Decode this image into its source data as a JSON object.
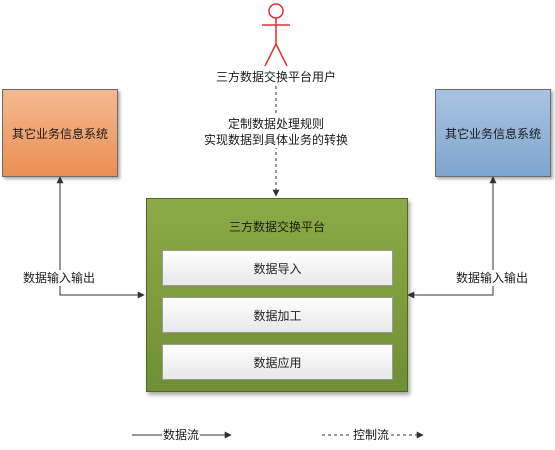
{
  "user": {
    "label": "三方数据交换平台用户"
  },
  "control_note": {
    "line1": "定制数据处理规则",
    "line2": "实现数据到具体业务的转换"
  },
  "left_system": {
    "label": "其它业务信息系统"
  },
  "right_system": {
    "label": "其它业务信息系统"
  },
  "platform": {
    "title": "三方数据交换平台",
    "modules": [
      {
        "label": "数据导入"
      },
      {
        "label": "数据加工"
      },
      {
        "label": "数据应用"
      }
    ]
  },
  "left_link": {
    "label": "数据输入输出"
  },
  "right_link": {
    "label": "数据输入输出"
  },
  "legend": {
    "data_flow": "数据流",
    "control_flow": "控制流"
  },
  "colors": {
    "left_system": "#ea8f55",
    "right_system": "#7fa5cf",
    "platform": "#7a9a3c",
    "user_figure": "#e03030"
  }
}
